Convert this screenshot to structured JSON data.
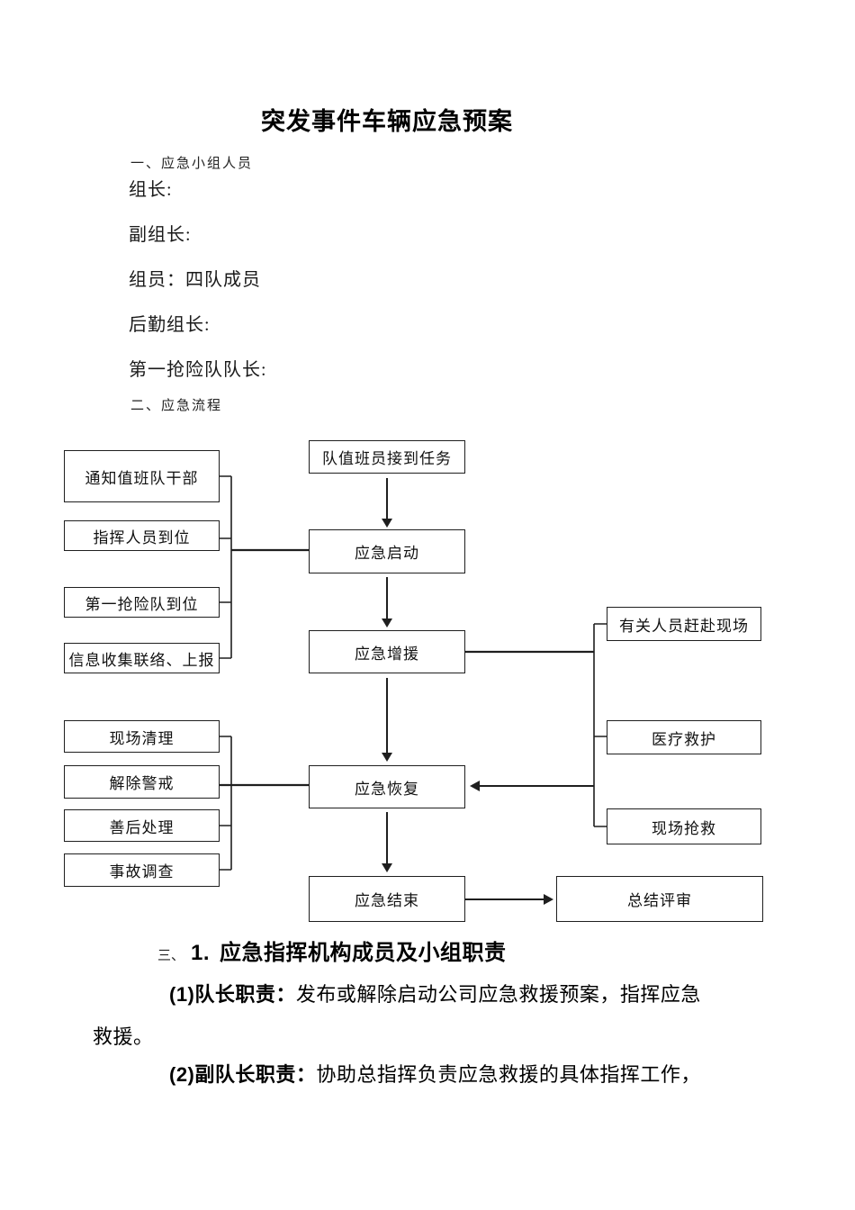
{
  "doc": {
    "title": "突发事件车辆应急预案",
    "section1": {
      "heading": "一、应急小组人员",
      "members": [
        "组长:",
        "副组长:",
        "组员：四队成员",
        "后勤组长:",
        "第一抢险队队长:"
      ]
    },
    "section2": {
      "heading": "二、应急流程"
    },
    "section3": {
      "prefix": "三、",
      "number": "1.",
      "heading": "应急指挥机构成员及小组职责",
      "item1": {
        "label": "(1)队长职责",
        "colon": "：",
        "line1": "发布或解除启动公司应急救援预案，指挥应急",
        "line2": "救援。"
      },
      "item2": {
        "label": "(2)副队长职责",
        "colon": "：",
        "line1": "协助总指挥负责应急救援的具体指挥工作，"
      }
    }
  },
  "flowchart": {
    "boxes": {
      "receive_task": "队值班员接到任务",
      "notify_cadre": "通知值班队干部",
      "command_in_place": "指挥人员到位",
      "emergency_start": "应急启动",
      "first_team_in_place": "第一抢险队到位",
      "info_collect_report": "信息收集联络、上报",
      "emergency_reinforce": "应急增援",
      "related_to_scene": "有关人员赶赴现场",
      "medical_rescue": "医疗救护",
      "scene_clean": "现场清理",
      "lift_alert": "解除警戒",
      "emergency_recover": "应急恢复",
      "aftermath_handle": "善后处理",
      "scene_rescue": "现场抢救",
      "accident_investigation": "事故调查",
      "emergency_end": "应急结束",
      "summary_review": "总结评审"
    }
  },
  "colors": {
    "background": "#ffffff",
    "text": "#000000",
    "box_border": "#1f1f1f",
    "connector_line": "#1f1f1f"
  }
}
